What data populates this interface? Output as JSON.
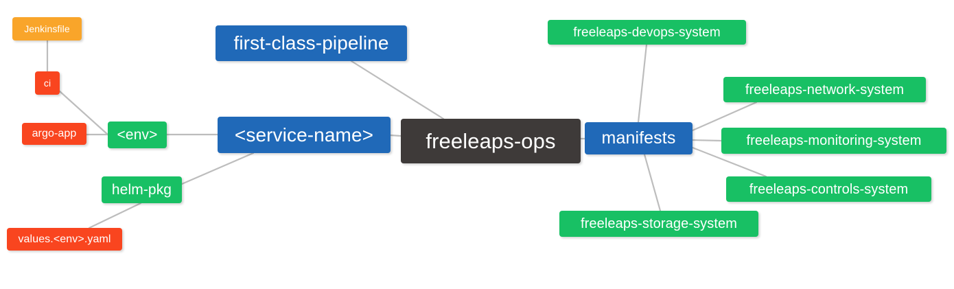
{
  "diagram": {
    "type": "mindmap",
    "title": "freeleaps-ops",
    "background": "#ffffff",
    "edge_color": "#bdbdbd",
    "palette": {
      "root": "#3e3a39",
      "blue": "#2069b8",
      "green": "#18c064",
      "orange": "#f9a52a",
      "red": "#f9451f",
      "text": "#ffffff"
    },
    "nodes": [
      {
        "id": "root",
        "label": "freeleaps-ops",
        "color": "root"
      },
      {
        "id": "first-class-pipeline",
        "label": "first-class-pipeline",
        "color": "blue"
      },
      {
        "id": "service-name",
        "label": "<service-name>",
        "color": "blue"
      },
      {
        "id": "manifests",
        "label": "manifests",
        "color": "blue"
      },
      {
        "id": "env",
        "label": "<env>",
        "color": "green"
      },
      {
        "id": "helm-pkg",
        "label": "helm-pkg",
        "color": "green"
      },
      {
        "id": "jenkinsfile",
        "label": "Jenkinsfile",
        "color": "orange"
      },
      {
        "id": "ci",
        "label": "ci",
        "color": "red"
      },
      {
        "id": "argo-app",
        "label": "argo-app",
        "color": "red"
      },
      {
        "id": "values",
        "label": "values.<env>.yaml",
        "color": "red"
      },
      {
        "id": "devops",
        "label": "freeleaps-devops-system",
        "color": "green"
      },
      {
        "id": "network",
        "label": "freeleaps-network-system",
        "color": "green"
      },
      {
        "id": "monitoring",
        "label": "freeleaps-monitoring-system",
        "color": "green"
      },
      {
        "id": "controls",
        "label": "freeleaps-controls-system",
        "color": "green"
      },
      {
        "id": "storage",
        "label": "freeleaps-storage-system",
        "color": "green"
      }
    ],
    "edges": [
      {
        "from": "root",
        "to": "first-class-pipeline"
      },
      {
        "from": "root",
        "to": "service-name"
      },
      {
        "from": "root",
        "to": "manifests"
      },
      {
        "from": "service-name",
        "to": "env"
      },
      {
        "from": "service-name",
        "to": "helm-pkg"
      },
      {
        "from": "env",
        "to": "ci"
      },
      {
        "from": "env",
        "to": "argo-app"
      },
      {
        "from": "ci",
        "to": "jenkinsfile"
      },
      {
        "from": "helm-pkg",
        "to": "values"
      },
      {
        "from": "manifests",
        "to": "devops"
      },
      {
        "from": "manifests",
        "to": "network"
      },
      {
        "from": "manifests",
        "to": "monitoring"
      },
      {
        "from": "manifests",
        "to": "controls"
      },
      {
        "from": "manifests",
        "to": "storage"
      }
    ]
  }
}
